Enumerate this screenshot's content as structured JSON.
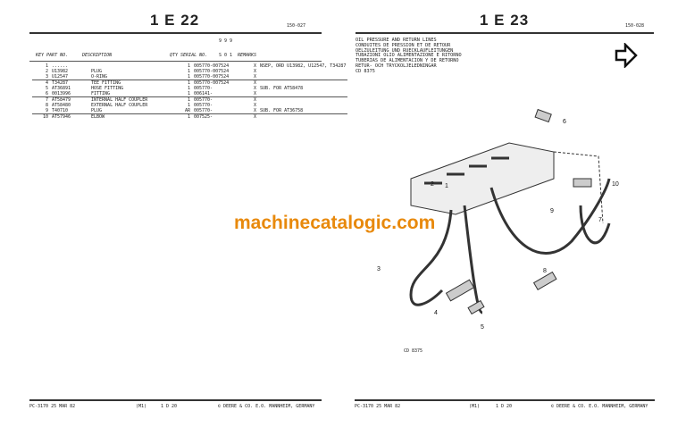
{
  "left_page": {
    "page_number": "1 E 22",
    "ref": "150-027",
    "headers": {
      "key_part": "KEY PART NO.",
      "description": "DESCRIPTION",
      "qty_serial": "QTY SERIAL NO.",
      "codes_top": "9 9 9",
      "codes": "S 0 1",
      "remarks": "REMARKS"
    },
    "rows": [
      {
        "key": "1",
        "part": "......",
        "desc": "",
        "qty": "1",
        "serial": "005770-007524",
        "x": "X",
        "remarks": "NSEP, ORD U13982, U12547, T34287"
      },
      {
        "key": "2",
        "part": "U13982",
        "desc": "PLUG",
        "qty": "1",
        "serial": "005770-007524",
        "x": "X",
        "remarks": ""
      },
      {
        "key": "3",
        "part": "U12547",
        "desc": "O-RING",
        "qty": "1",
        "serial": "005770-007524",
        "x": "X",
        "remarks": ""
      },
      {
        "key": "4",
        "part": "T34287",
        "desc": "TEE FITTING",
        "qty": "1",
        "serial": "005770-007524",
        "x": "X",
        "remarks": ""
      },
      {
        "key": "5",
        "part": "AT36891",
        "desc": "HOSE FITTING",
        "qty": "1",
        "serial": "005770-",
        "x": "X",
        "remarks": "SUB. FOR AT58478"
      },
      {
        "key": "6",
        "part": "0013996",
        "desc": "FITTING",
        "qty": "1",
        "serial": "006141-",
        "x": "X",
        "remarks": ""
      },
      {
        "key": "7",
        "part": "AT58479",
        "desc": "INTERNAL HALF COUPLER",
        "qty": "1",
        "serial": "005770-",
        "x": "X",
        "remarks": ""
      },
      {
        "key": "8",
        "part": "AT58480",
        "desc": "EXTERNAL HALF COUPLER",
        "qty": "1",
        "serial": "005770-",
        "x": "X",
        "remarks": ""
      },
      {
        "key": "9",
        "part": "T40710",
        "desc": "PLUG",
        "qty": "AR",
        "serial": "005770-",
        "x": "X",
        "remarks": "SUB. FOR AT36758"
      },
      {
        "key": "10",
        "part": "AT57946",
        "desc": "ELBOW",
        "qty": "1",
        "serial": "007525-",
        "x": "X",
        "remarks": ""
      }
    ],
    "footer": {
      "doc": "PC-3170 25 MAR 82",
      "rev": "(M1)",
      "section": "1 D 20",
      "copyright": "© DEERE & CO. E.O. MANNHEIM, GERMANY"
    }
  },
  "right_page": {
    "page_number": "1 E 23",
    "ref": "150-028",
    "subtitle": "OIL PRESSURE AND RETURN LINES\nCONDUITES DE PRESSION ET DE RETOUR\nOELZULEITUNG UND RUECKLAUFLEITUNGEN\nTUBAZIONI OLIO ALIMENTAZIONE E RITORNO\nTUBERIAS DE ALIMENTACION Y DE RETORNO\nRETUR- OCH TRYCKOLJELEDNINGAR\nCD 8375",
    "next_icon": "arrow-right-outline-icon",
    "callouts": [
      "1",
      "2",
      "3",
      "4",
      "5",
      "6",
      "7",
      "8",
      "9",
      "10"
    ],
    "figure_id": "CD 8375",
    "footer": {
      "doc": "PC-3170 25 MAR 82",
      "rev": "(M1)",
      "section": "1 D 20",
      "copyright": "© DEERE & CO. E.O. MANNHEIM, GERMANY"
    }
  },
  "watermark": "machinecatalogic.com",
  "colors": {
    "watermark": "#e8890c",
    "ink": "#222222"
  }
}
